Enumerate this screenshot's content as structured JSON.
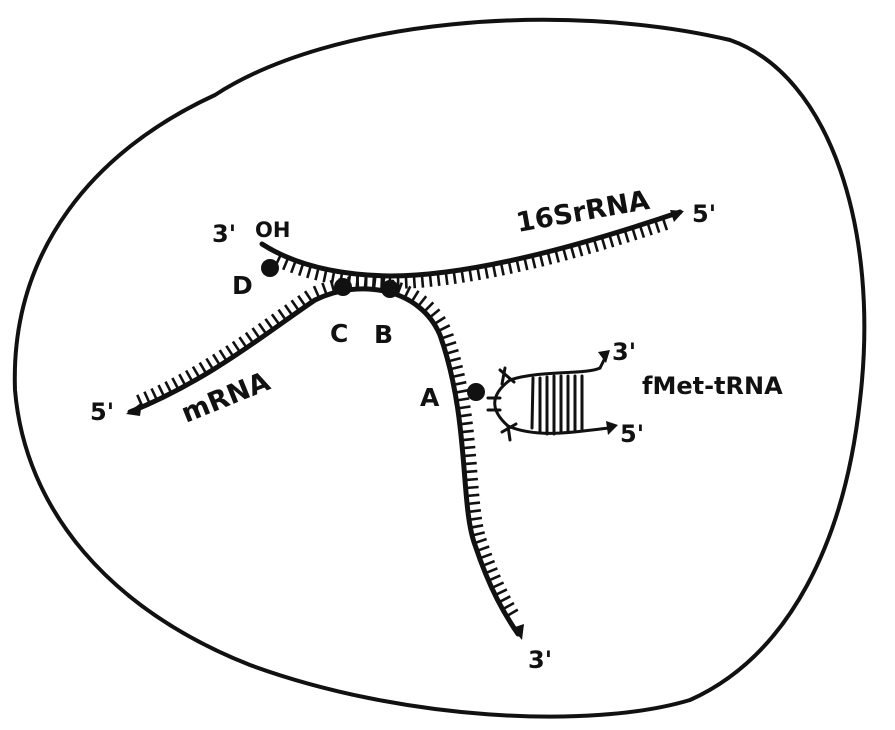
{
  "labels": {
    "rrna_3prime": "3'",
    "rrna_oh": "OH",
    "rrna_name": "16SrRNA",
    "rrna_5prime": "5'",
    "mrna_5prime": "5'",
    "mrna_name": "mRNA",
    "mrna_3prime": "3'",
    "site_a": "A",
    "site_b": "B",
    "site_c": "C",
    "site_d": "D",
    "trna_3prime": "3'",
    "trna_5prime": "5'",
    "trna_name": "fMet-tRNA"
  },
  "colors": {
    "ink": "#111111",
    "background": "#ffffff"
  }
}
